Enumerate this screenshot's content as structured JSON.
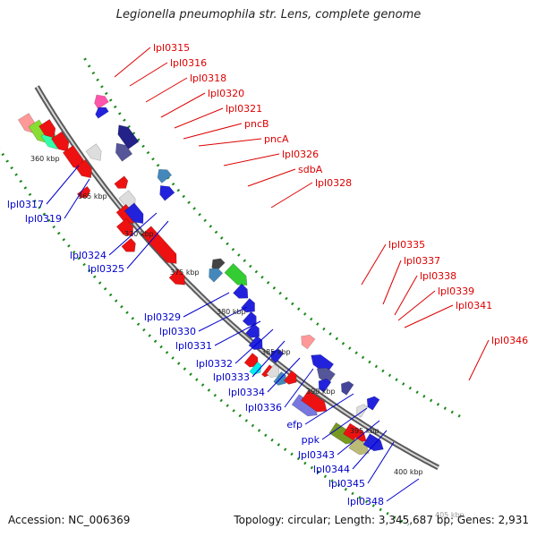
{
  "title": "Legionella pneumophila str. Lens, complete genome",
  "footer": {
    "accession": "Accession: NC_006369",
    "summary": "Topology: circular; Length: 3,345,687 bp; Genes: 2,931"
  },
  "colors": {
    "forward_gene": "#ee1111",
    "reverse_gene": "#1111ee",
    "backbone": "#8c8c8c",
    "tick_dots": "#1a8a1a",
    "label_forward": "#dd0000",
    "label_reverse": "#0000cc"
  },
  "kbp_ticks": [
    "360 kbp",
    "365 kbp",
    "370 kbp",
    "375 kbp",
    "380 kbp",
    "385 kbp",
    "390 kbp",
    "395 kbp",
    "400 kbp",
    "405 kbp"
  ],
  "forward_labels": [
    "lpl0315",
    "lpl0316",
    "lpl0318",
    "lpl0320",
    "lpl0321",
    "pncB",
    "pncA",
    "lpl0326",
    "sdbA",
    "lpl0328",
    "lpl0335",
    "lpl0337",
    "lpl0338",
    "lpl0339",
    "lpl0341",
    "lpl0346"
  ],
  "reverse_labels": [
    "lpl0317",
    "lpl0319",
    "lpl0324",
    "lpl0325",
    "lpl0329",
    "lpl0330",
    "lpl0331",
    "lpl0332",
    "lpl0333",
    "lpl0334",
    "lpl0336",
    "efp",
    "ppk",
    "lpl0343",
    "lpl0344",
    "lpl0345",
    "lpl0348"
  ]
}
